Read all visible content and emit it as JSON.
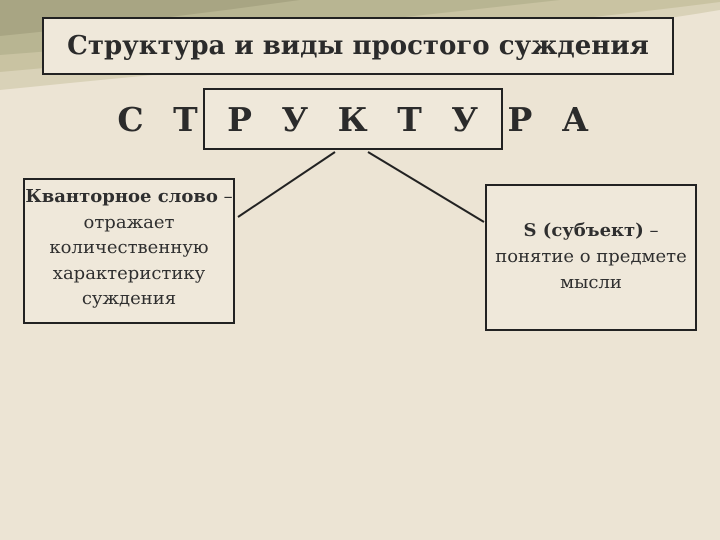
{
  "title": "Структура и виды простого суждения",
  "structure_label": "С Т Р У К Т У Р А",
  "left_box": {
    "term": "Кванторное слово",
    "rest": " – отражает количественную характеристику суждения"
  },
  "right_box": {
    "term": "S (субъект)",
    "rest": " – понятие о предмете мысли"
  },
  "colors": {
    "background": "#ece4d4",
    "swoosh_light": "#c9c3a2",
    "swoosh_dark": "#a8a583",
    "border": "#222222"
  }
}
